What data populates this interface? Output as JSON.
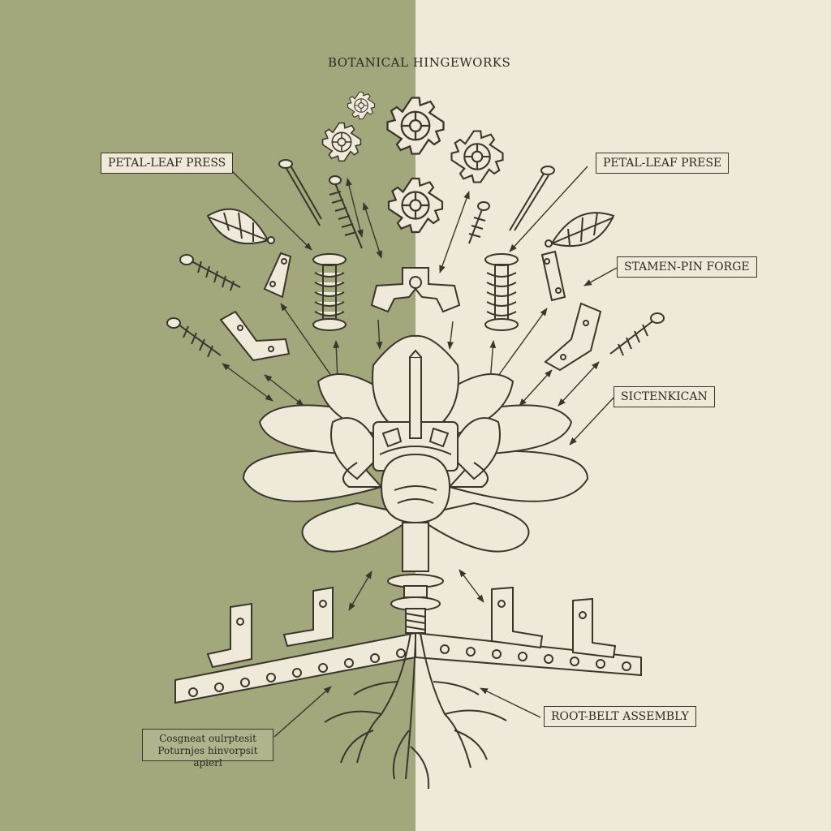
{
  "title": "BOTANICAL HINGEWORKS",
  "labels": {
    "petal_leaf_press_left": "PETAL-LEAF PRESS",
    "petal_leaf_press_right": "PETAL-LEAF PRESE",
    "stamen_pin_forge": "STAMEN-PIN FORGE",
    "sictenkican": "SICTENKICAN",
    "root_belt_assembly": "ROOT-BELT ASSEMBLY"
  },
  "note": {
    "line1": "Cosgneat oulrptesit",
    "line2": "Poturnjes hinvorpsit apierl"
  },
  "colors": {
    "left_panel": "#a3a77c",
    "right_panel": "#efe9d9",
    "ink": "#3a362c",
    "part_fill": "#efe9d9"
  }
}
